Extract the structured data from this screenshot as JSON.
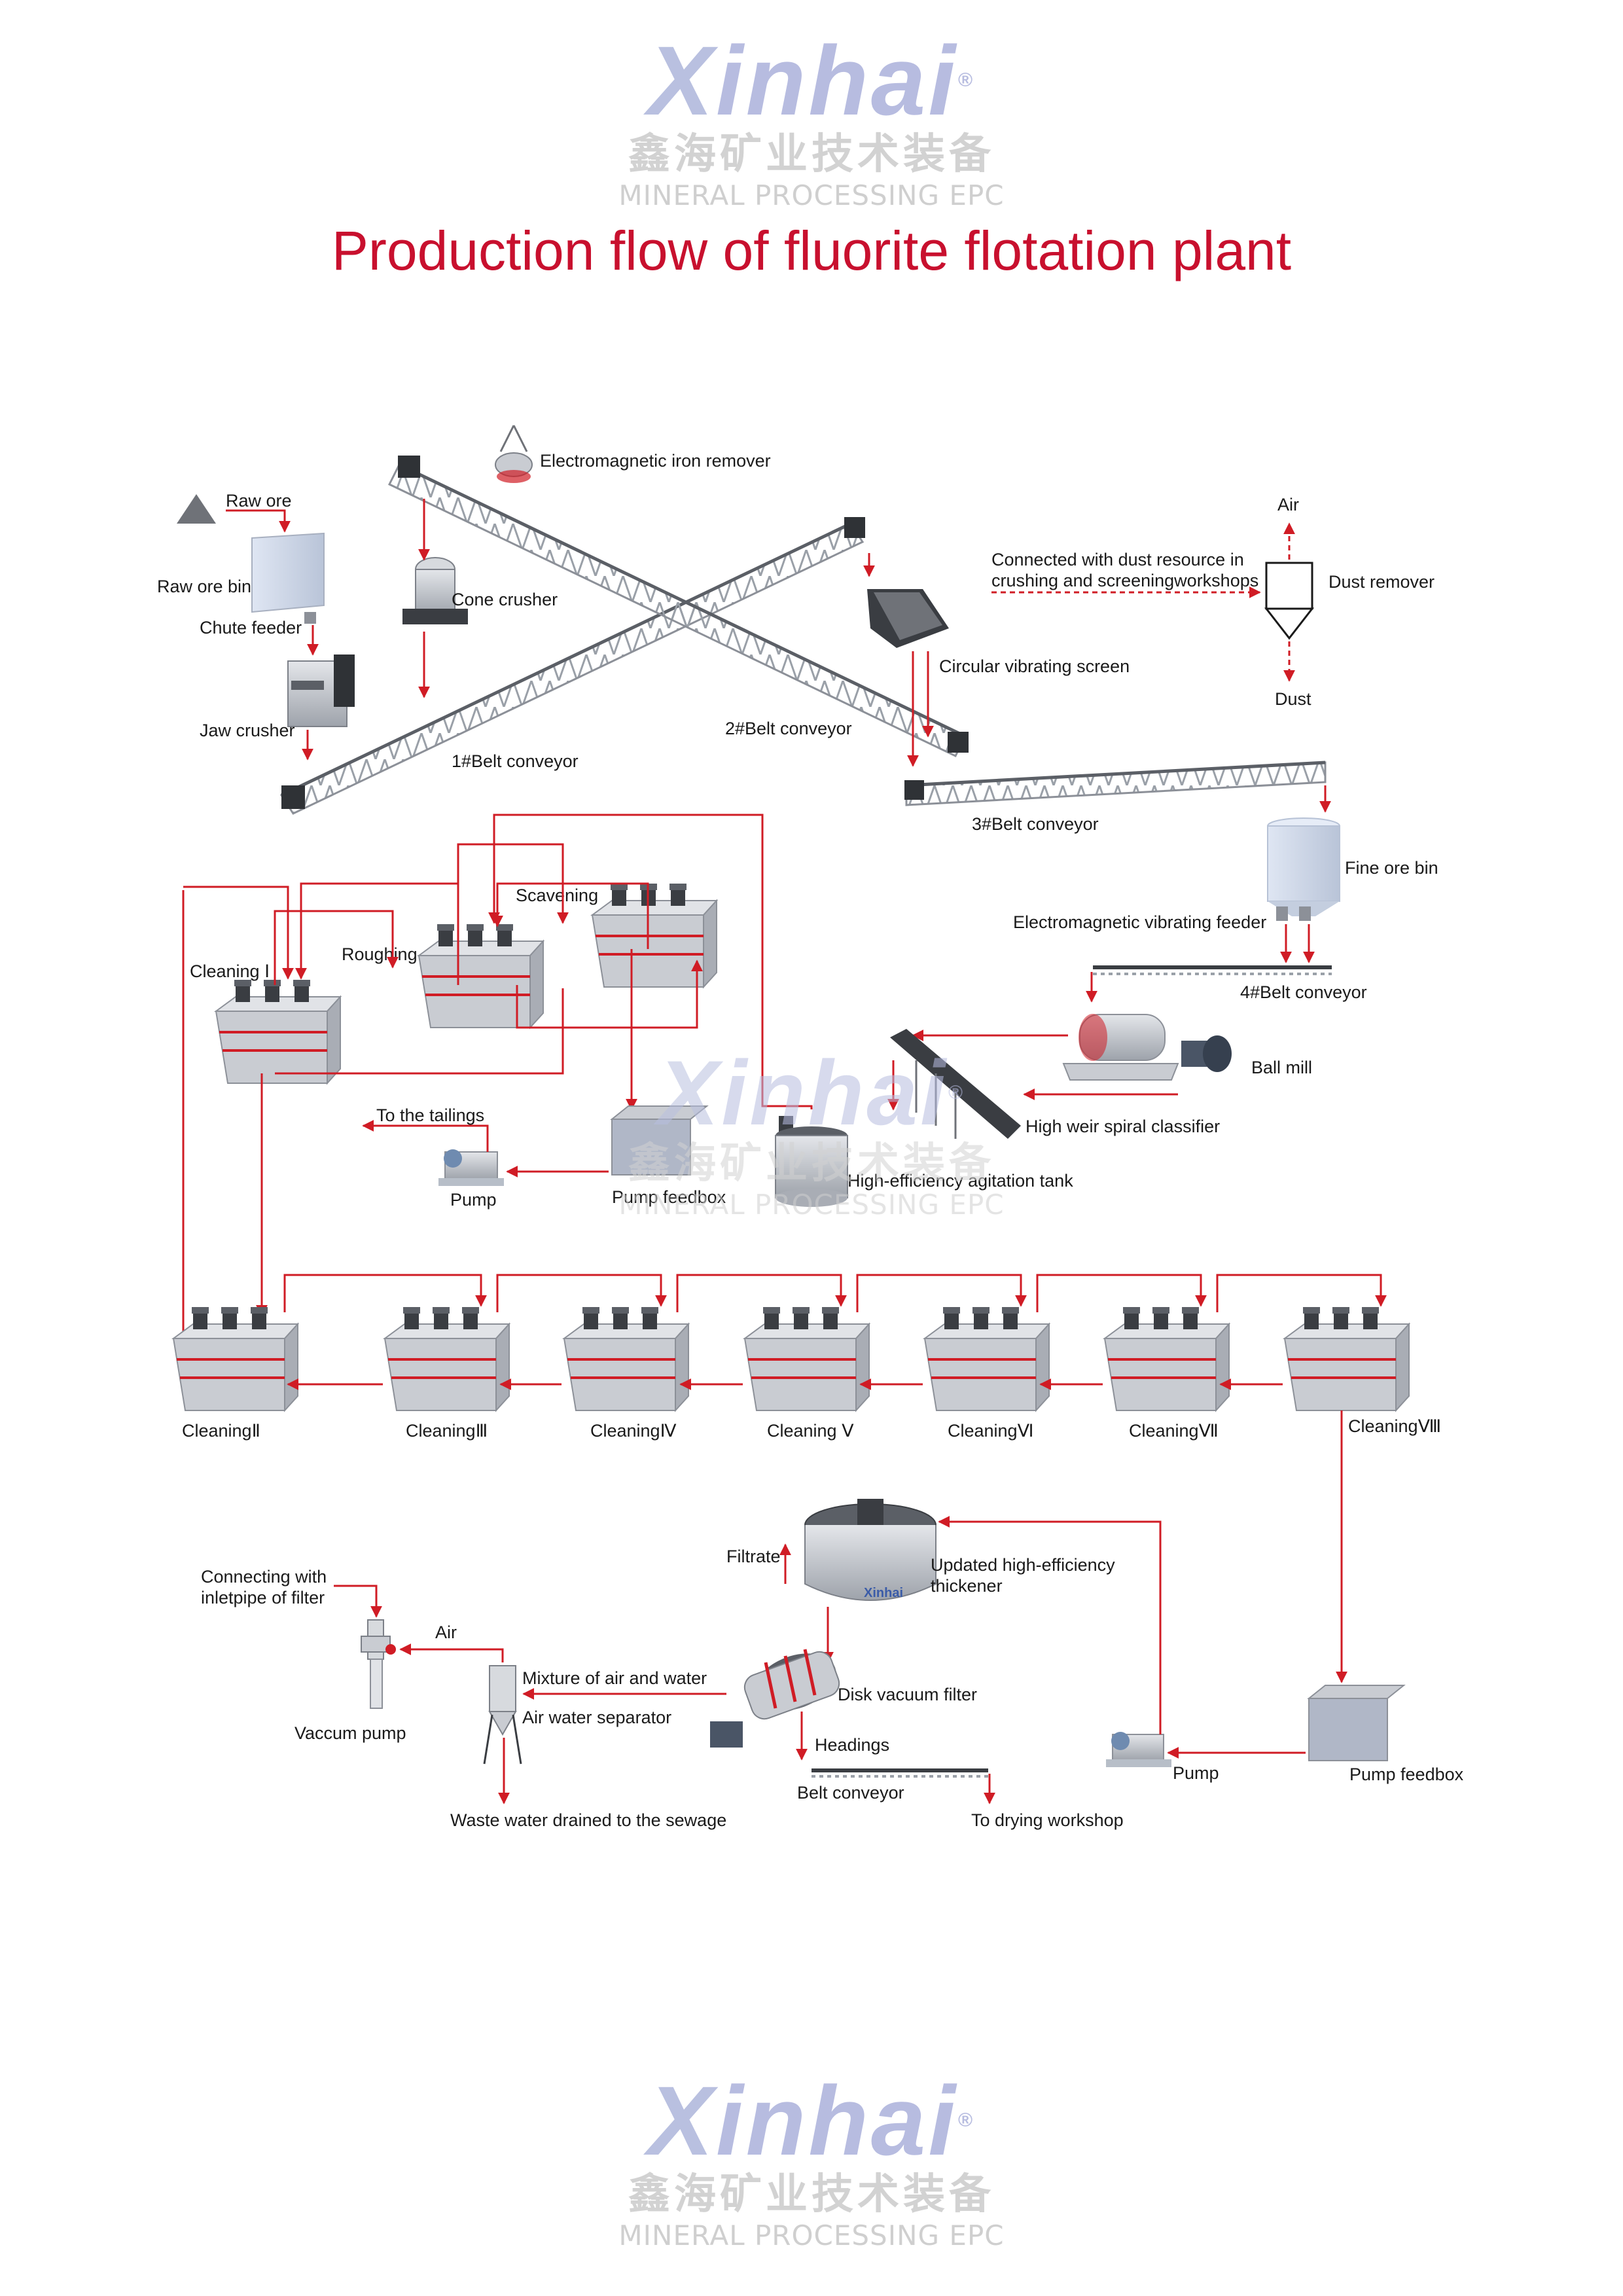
{
  "brand": {
    "logo_x": "X",
    "logo_rest": "inhai",
    "registered": "®",
    "chinese": "鑫海矿业技术装备",
    "english": "MINERAL PROCESSING EPC"
  },
  "title": "Production flow of fluorite flotation plant",
  "colors": {
    "arrow": "#d01c25",
    "title": "#c8102e",
    "equipment": "#b8bcc4",
    "stripe": "#d01c25"
  },
  "labels": {
    "raw_ore": "Raw ore",
    "raw_ore_bin": "Raw ore bin",
    "chute_feeder": "Chute feeder",
    "jaw_crusher": "Jaw crusher",
    "electromagnetic_iron_remover": "Electromagnetic iron remover",
    "cone_crusher": "Cone crusher",
    "belt1": "1#Belt conveyor",
    "belt2": "2#Belt conveyor",
    "circular_vibrating_screen": "Circular vibrating screen",
    "air": "Air",
    "dust_note_1": "Connected with dust resource in",
    "dust_note_2": "crushing and screeningworkshops",
    "dust_remover": "Dust remover",
    "dust": "Dust",
    "belt3": "3#Belt conveyor",
    "fine_ore_bin": "Fine ore bin",
    "em_vibrating_feeder": "Electromagnetic vibrating feeder",
    "belt4": "4#Belt conveyor",
    "ball_mill": "Ball mill",
    "spiral_classifier": "High weir spiral classifier",
    "agitation_tank": "High-efficiency agitation tank",
    "pump_feedbox_1": "Pump feedbox",
    "pump_1": "Pump",
    "to_tailings": "To the tailings",
    "scavening": "Scavening",
    "roughing": "Roughing",
    "cleaning_1": "Cleaning Ⅰ",
    "cleaning_2": "CleaningⅡ",
    "cleaning_3": "CleaningⅢ",
    "cleaning_4": "CleaningⅣ",
    "cleaning_5": "Cleaning Ⅴ",
    "cleaning_6": "CleaningⅥ",
    "cleaning_7": "CleaningⅦ",
    "cleaning_8": "CleaningⅧ",
    "filtrate": "Filtrate",
    "thickener_1": "Updated high-efficiency",
    "thickener_2": "thickener",
    "disk_vacuum_filter": "Disk vacuum filter",
    "headings": "Headings",
    "belt_conveyor": "Belt conveyor",
    "to_drying": "To drying workshop",
    "pump_2": "Pump",
    "pump_feedbox_2": "Pump feedbox",
    "mixture": "Mixture of air and water",
    "air_water_separator": "Air water separator",
    "air_2": "Air",
    "connect_filter_1": "Connecting with",
    "connect_filter_2": "inletpipe of filter",
    "vacuum_pump": "Vaccum pump",
    "waste_water": "Waste water drained to the sewage",
    "cell_badge": "Xinhai"
  }
}
